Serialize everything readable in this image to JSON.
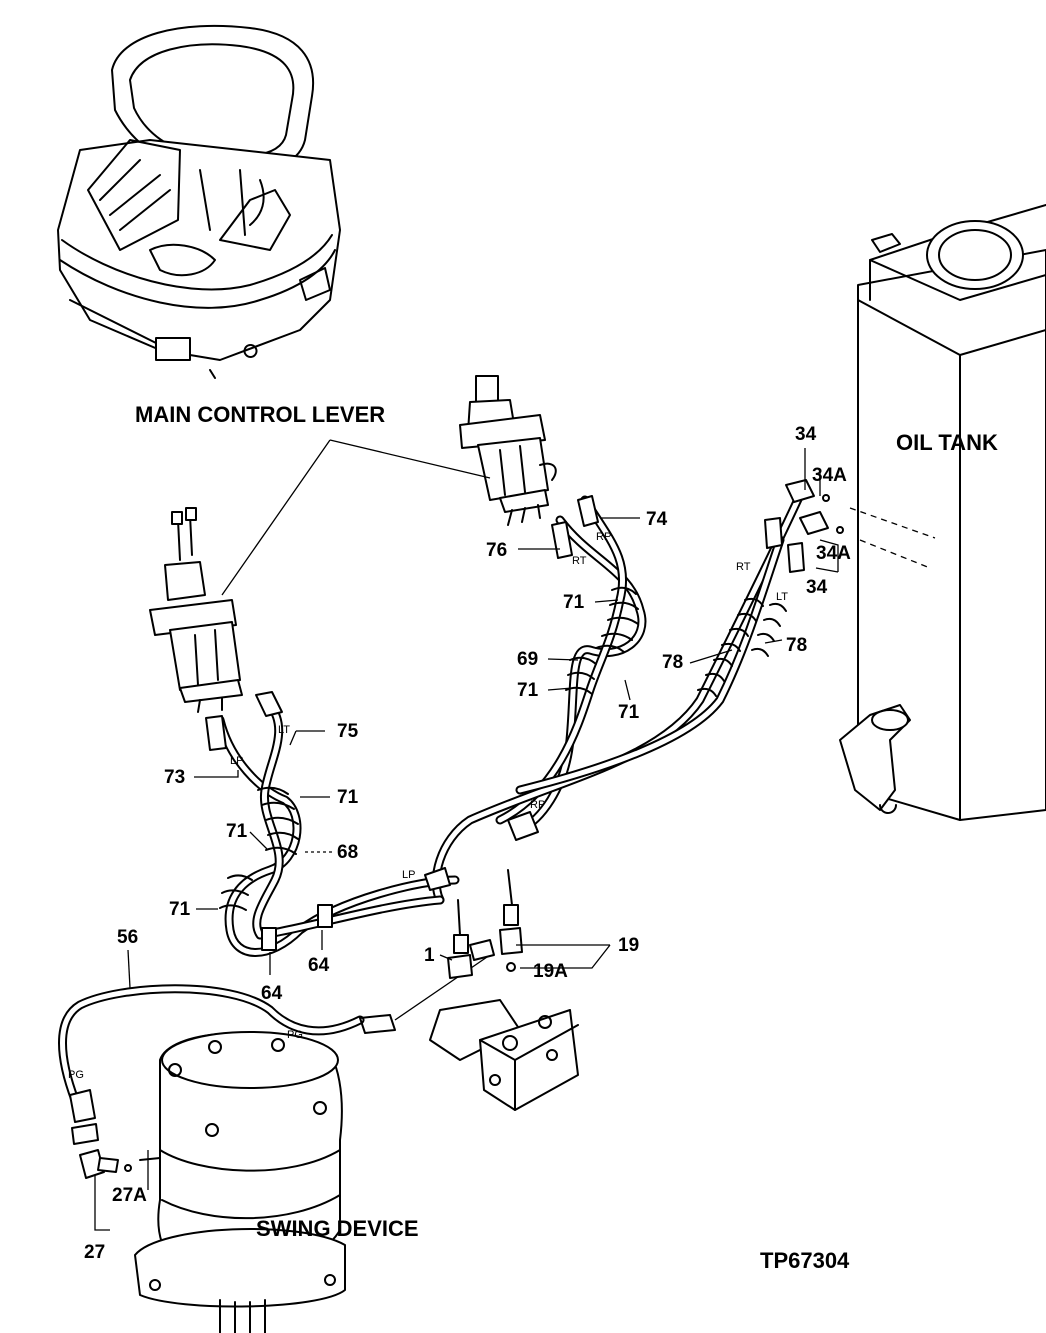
{
  "labels": {
    "main_control_lever": "MAIN CONTROL LEVER",
    "oil_tank": "OIL TANK",
    "swing_device": "SWING DEVICE",
    "figure_code": "TP67304"
  },
  "callouts": {
    "p34_top": "34",
    "p34a_top": "34A",
    "p34a_bottom": "34A",
    "p34_bottom": "34",
    "p74": "74",
    "p76": "76",
    "p71_a": "71",
    "p69": "69",
    "p71_b": "71",
    "p71_c": "71",
    "p78_a": "78",
    "p78_b": "78",
    "p75": "75",
    "p73": "73",
    "p71_d": "71",
    "p71_e": "71",
    "p68": "68",
    "p71_f": "71",
    "p64_a": "64",
    "p64_b": "64",
    "p56": "56",
    "p1": "1",
    "p19": "19",
    "p19a": "19A",
    "p27a": "27A",
    "p27": "27"
  },
  "port_marks": {
    "rp_top": "RP",
    "rt_top": "RT",
    "rt_right": "RT",
    "lt_right": "LT",
    "lt_left": "LT",
    "lp_left": "LP",
    "rp_mid": "RP",
    "lp_mid": "LP",
    "pg_left": "PG",
    "pg_right": "PG"
  }
}
